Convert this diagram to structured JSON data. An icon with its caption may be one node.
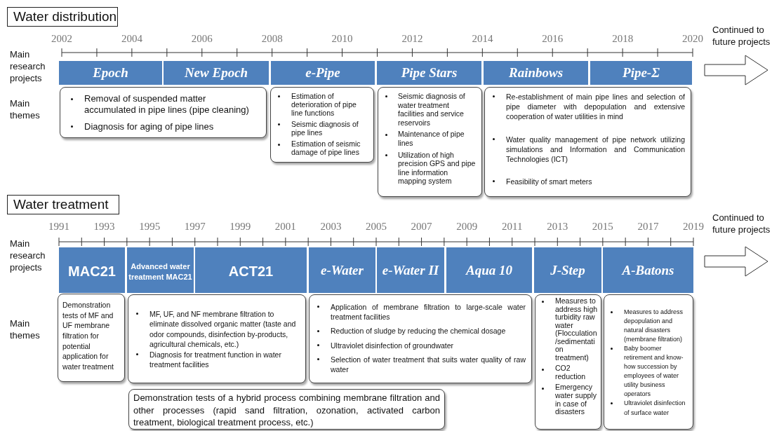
{
  "diagram": {
    "nodes": [
      {
        "text": [
          "Water distribution"
        ]
      },
      {
        "text": [
          "Epoch"
        ]
      },
      {
        "text": [
          "New Epoch"
        ]
      },
      {
        "text": [
          "e-Pipe"
        ]
      },
      {
        "text": [
          "Pipe Stars"
        ]
      },
      {
        "text": [
          "Rainbows"
        ]
      },
      {
        "text": [
          "Pipe-Σ"
        ]
      },
      {
        "text": [
          "Removal of suspended matter accumulated in  pipe lines (pipe cleaning)",
          "Diagnosis for aging of pipe lines"
        ]
      },
      {
        "text": [
          "Estimation of deterioration of pipe line functions",
          "Seismic diagnosis of pipe lines",
          "Estimation of seismic damage of pipe lines"
        ]
      },
      {
        "text": [
          "Seismic diagnosis of water treatment facilities and service reservoirs",
          "Maintenance of pipe lines",
          "Utilization of high precision GPS and pipe line information mapping system"
        ]
      },
      {
        "text": [
          "Re-establishment of main pipe lines and selection of pipe diameter with depopulation and extensive cooperation of water utilities in mind",
          "Water quality management of pipe network utilizing simulations and Information and Communication Technologies (ICT)",
          "Feasibility of smart meters"
        ]
      },
      {
        "text": [
          "Water treatment"
        ]
      },
      {
        "text": [
          "MAC21"
        ]
      },
      {
        "text": [
          "Advanced water treatment MAC21"
        ]
      },
      {
        "text": [
          "ACT21"
        ]
      },
      {
        "text": [
          "e-Water"
        ]
      },
      {
        "text": [
          "e-Water II"
        ]
      },
      {
        "text": [
          "Aqua 10"
        ]
      },
      {
        "text": [
          "J-Step"
        ]
      },
      {
        "text": [
          "A-Batons"
        ]
      },
      {
        "text": [
          "Demonstration tests of MF and UF membrane filtration for potential application for water treatment"
        ]
      },
      {
        "text": [
          "MF, UF, and NF membrane filtration to eliminate dissolved organic matter (taste and odor compounds, disinfection by-products, agricultural chemicals, etc.)",
          "Diagnosis for treatment function in water treatment facilities"
        ]
      },
      {
        "text": [
          "Application of membrane filtration to large-scale water treatment facilities",
          "Reduction of sludge by reducing the chemical dosage",
          "Ultraviolet disinfection of groundwater",
          "Selection of water treatment that suits water quality of raw water"
        ]
      },
      {
        "text": [
          "Measures to address high turbidity raw water (Flocculation/sedimentation treatment)",
          "CO2 reduction",
          "Emergency water supply in case of disasters"
        ]
      },
      {
        "text": [
          "Measures to address depopulation and natural disasters (membrane filtration)",
          "Baby boomer retirement and know-how succession by employees of water utility business operators",
          "Ultraviolet disinfection of surface water"
        ]
      },
      {
        "text": [
          "Demonstration tests of a hybrid process combining membrane filtration and other processes (rapid sand filtration, ozonation, activated carbon treatment, biological treatment process, etc.)"
        ]
      }
    ],
    "labels": [
      "2002",
      "2004",
      "2006",
      "2008",
      "2010",
      "2012",
      "2014",
      "2016",
      "2018",
      "2020",
      "Continued to future projects",
      "Main research projects",
      "Main themes",
      "1991",
      "1993",
      "1995",
      "1997",
      "1999",
      "2001",
      "2003",
      "2005",
      "2007",
      "2009",
      "2011",
      "2013",
      "2015",
      "2017",
      "2019",
      "Continued to future projects",
      "Main research projects",
      "Main themes"
    ]
  }
}
